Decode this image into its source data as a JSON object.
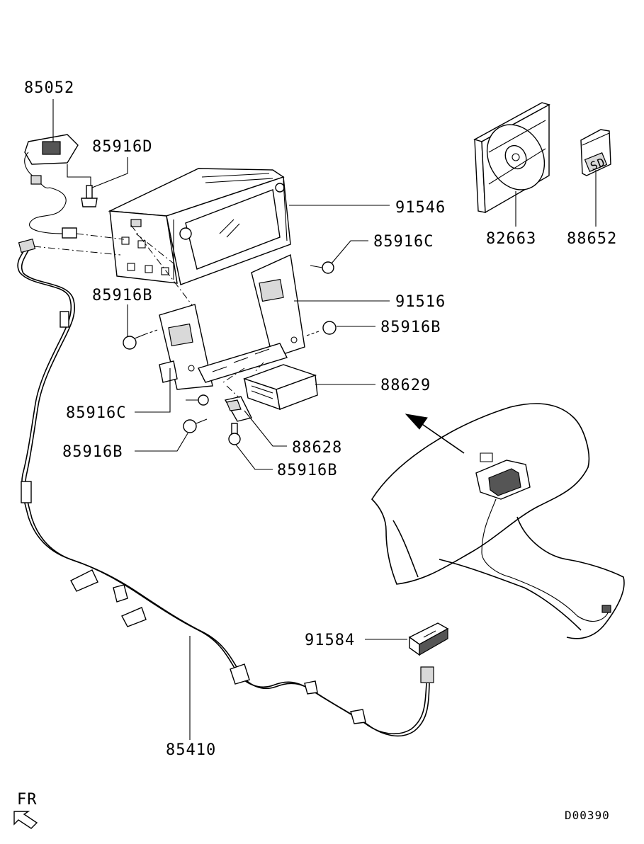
{
  "diagram": {
    "drawing_code": "D00390",
    "orientation_label": "FR",
    "parts": [
      {
        "id": "85052",
        "label": "85052"
      },
      {
        "id": "85916D",
        "label": "85916D"
      },
      {
        "id": "91546",
        "label": "91546"
      },
      {
        "id": "82663",
        "label": "82663"
      },
      {
        "id": "88652",
        "label": "88652"
      },
      {
        "id": "85916C_top",
        "label": "85916C"
      },
      {
        "id": "85916B_left",
        "label": "85916B"
      },
      {
        "id": "91516",
        "label": "91516"
      },
      {
        "id": "85916B_right",
        "label": "85916B"
      },
      {
        "id": "88629",
        "label": "88629"
      },
      {
        "id": "85916C_bottom",
        "label": "85916C"
      },
      {
        "id": "85916B_lower",
        "label": "85916B"
      },
      {
        "id": "88628",
        "label": "88628"
      },
      {
        "id": "85916B_bottom",
        "label": "85916B"
      },
      {
        "id": "91584",
        "label": "91584"
      },
      {
        "id": "85410",
        "label": "85410"
      }
    ],
    "sd_card_text": "SD"
  }
}
